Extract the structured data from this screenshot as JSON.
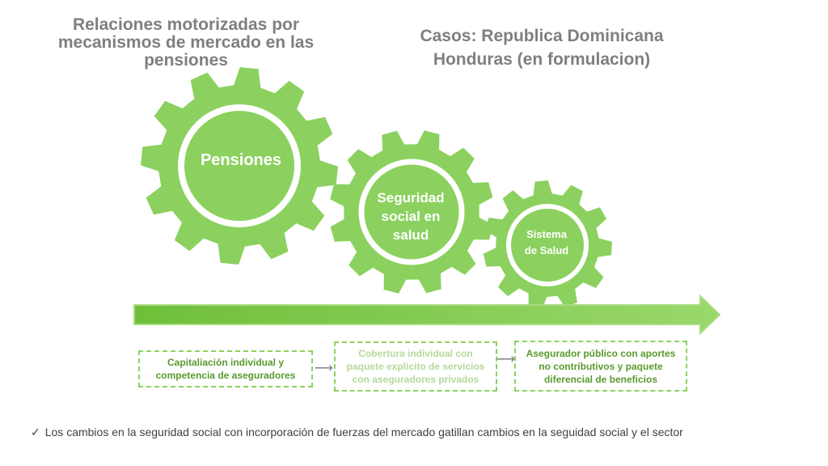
{
  "title_left": "Relaciones motorizadas por mecanismos de mercado en las pensiones",
  "title_right": {
    "line1": "Casos: Republica Dominicana",
    "line2": "Honduras (en formulacion)"
  },
  "gears": {
    "large": "Pensiones",
    "medium": {
      "line1": "Seguridad",
      "line2": "social en",
      "line3": "salud"
    },
    "small": {
      "line1": "Sistema",
      "line2": "de Salud"
    }
  },
  "stages": [
    "Capitaliación individual y competencia de aseguradores",
    "Cobertura individual con paquete explicito de servicios con aseguradores privados",
    "Asegurador público con aportes no contributivos y paquete diferencial de beneficios"
  ],
  "footer": "Los cambios en la seguridad social con incorporación de fuerzas del mercado gatillan cambios en la seguidad social y el sector",
  "colors": {
    "green": "#8cd15f",
    "dark_green": "#5a9a2e",
    "faded_green": "#b5d99a",
    "title_gray": "#7f7f7f"
  }
}
